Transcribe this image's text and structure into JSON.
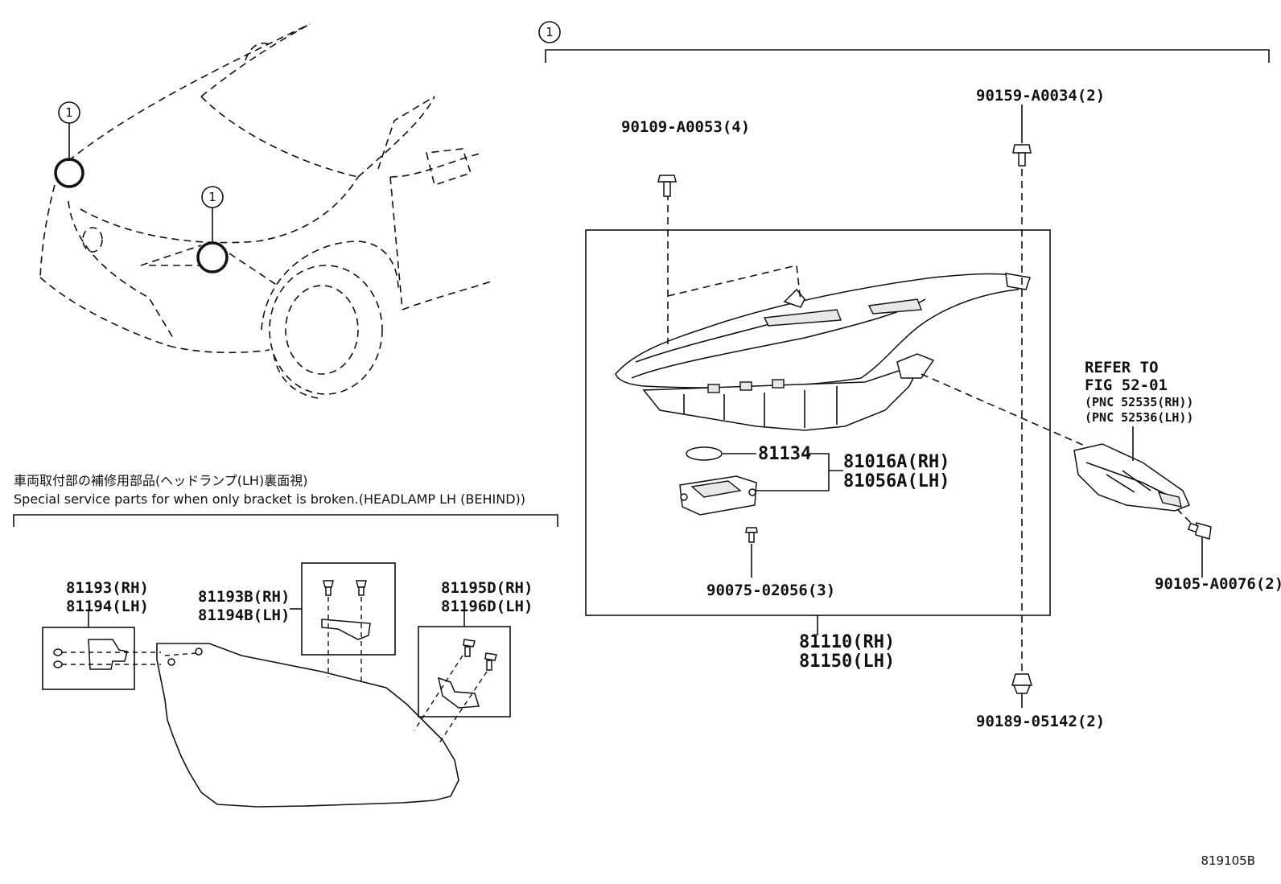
{
  "diagram_id": "819105B",
  "callout_marker": "1",
  "service_note": {
    "ja": "車両取付部の補修用部品(ヘッドランプ(LH)裏面視)",
    "en": "Special service parts for when only bracket is broken.(HEADLAMP LH (BEHIND))"
  },
  "refer": {
    "line1": "REFER TO",
    "line2": "FIG 52-01",
    "line3": "(PNC 52535(RH))",
    "line4": "(PNC 52536(LH))"
  },
  "parts": {
    "p90109": "90109-A0053(4)",
    "p90159": "90159-A0034(2)",
    "p81134": "81134",
    "p81016A": "81016A(RH)",
    "p81056A": "81056A(LH)",
    "p90075": "90075-02056(3)",
    "p81110": "81110(RH)",
    "p81150": "81150(LH)",
    "p90105": "90105-A0076(2)",
    "p90189": "90189-05142(2)",
    "p81193": "81193(RH)",
    "p81194": "81194(LH)",
    "p81193B": "81193B(RH)",
    "p81194B": "81194B(LH)",
    "p81195D": "81195D(RH)",
    "p81196D": "81196D(LH)"
  }
}
